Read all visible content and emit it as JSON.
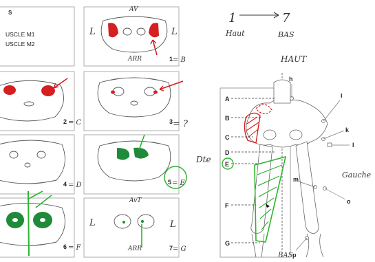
{
  "legend": {
    "m1": "USCLE M1",
    "m1_bold": "M1",
    "m2": "USCLE M2",
    "m2_bold": "M2"
  },
  "panels": [
    {
      "top": "AV",
      "left": "L",
      "right": "L",
      "bottom": "ARR",
      "number": "1",
      "equals": "= B"
    },
    {
      "number": "2",
      "equals": "= C"
    },
    {
      "number": "3",
      "equals": "= ?"
    },
    {
      "number": "4",
      "equals": "= D"
    },
    {
      "number": "5",
      "equals": "= E"
    },
    {
      "number": "6",
      "equals": "= F"
    },
    {
      "top": "AvT",
      "left": "L",
      "right": "L",
      "bottom": "ARR",
      "number": "7",
      "equals": "= G"
    }
  ],
  "notes": {
    "from": "1",
    "to": "7",
    "haut": "Haut",
    "bas": "BAS",
    "haut2": "HAUT",
    "droite": "Dte",
    "gauche": "Gauche",
    "bas_bottom": "BAS"
  },
  "skeleton": {
    "levels": [
      "A",
      "B",
      "C",
      "D",
      "E",
      "F",
      "G"
    ],
    "landmarks": [
      "h",
      "i",
      "k",
      "l",
      "m",
      "o",
      "p"
    ]
  },
  "colors": {
    "muscle_red": "#d42020",
    "muscle_green": "#1e8a3a",
    "ink_green": "#2db52d",
    "ink_red": "#d42020",
    "ink_dark": "#333333"
  }
}
